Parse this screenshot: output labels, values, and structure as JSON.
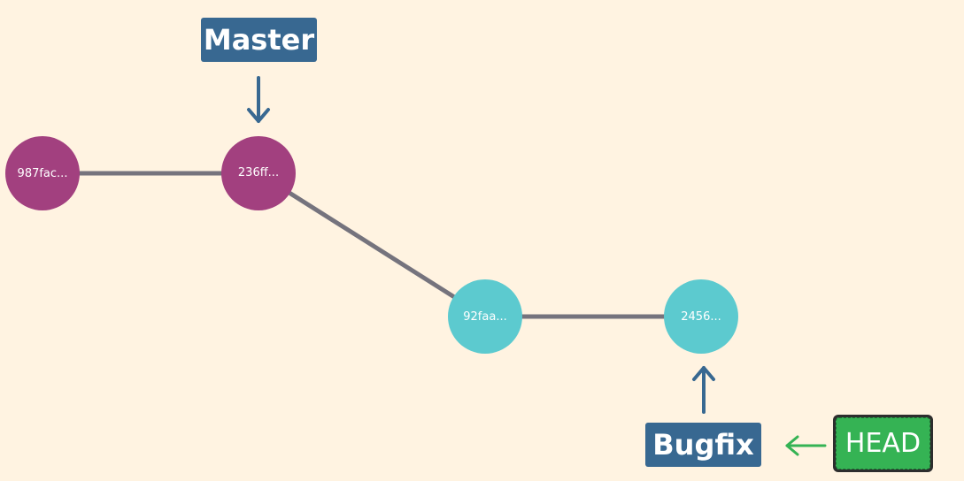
{
  "branches": {
    "master": "Master",
    "bugfix": "Bugfix",
    "head": "HEAD"
  },
  "commits": [
    {
      "id": "987fac...",
      "color": "#a2407f"
    },
    {
      "id": "236ff...",
      "color": "#a2407f"
    },
    {
      "id": "92faa...",
      "color": "#5ccacf"
    },
    {
      "id": "2456...",
      "color": "#5ccacf"
    }
  ],
  "colors": {
    "background": "#fff3e1",
    "branch_label": "#386891",
    "head_label": "#35b354",
    "edge": "#75737d",
    "head_arrow": "#35b354"
  }
}
